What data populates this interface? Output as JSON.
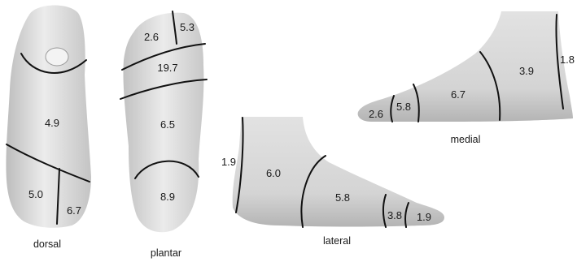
{
  "views": {
    "dorsal": {
      "caption": "dorsal",
      "regions": {
        "toe": "",
        "mid": "4.9",
        "toes_left": "5.0",
        "toes_right": "6.7"
      }
    },
    "plantar": {
      "caption": "plantar",
      "regions": {
        "toe_left": "2.6",
        "toe_right": "5.3",
        "ball": "19.7",
        "arch": "6.5",
        "heel": "8.9"
      }
    },
    "lateral": {
      "caption": "lateral",
      "regions": {
        "ankle": "1.9",
        "heel": "6.0",
        "mid": "5.8",
        "forefoot": "3.8",
        "toes": "1.9"
      }
    },
    "medial": {
      "caption": "medial",
      "regions": {
        "ankle": "1.8",
        "heel": "3.9",
        "mid": "6.7",
        "forefoot": "5.8",
        "toes": "2.6"
      }
    }
  },
  "colors": {
    "skin_light": "#e6e6e6",
    "skin_mid": "#cfcfcf",
    "skin_dark": "#a9a9a9",
    "line": "#111111"
  }
}
